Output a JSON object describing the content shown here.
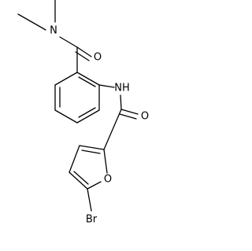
{
  "molecule": {
    "atom_labels": {
      "amide_N": "N",
      "amide_O": "O",
      "anilide_NH": "NH",
      "furan_carbonyl_O": "O",
      "furan_O": "O",
      "bromine": "Br"
    }
  }
}
